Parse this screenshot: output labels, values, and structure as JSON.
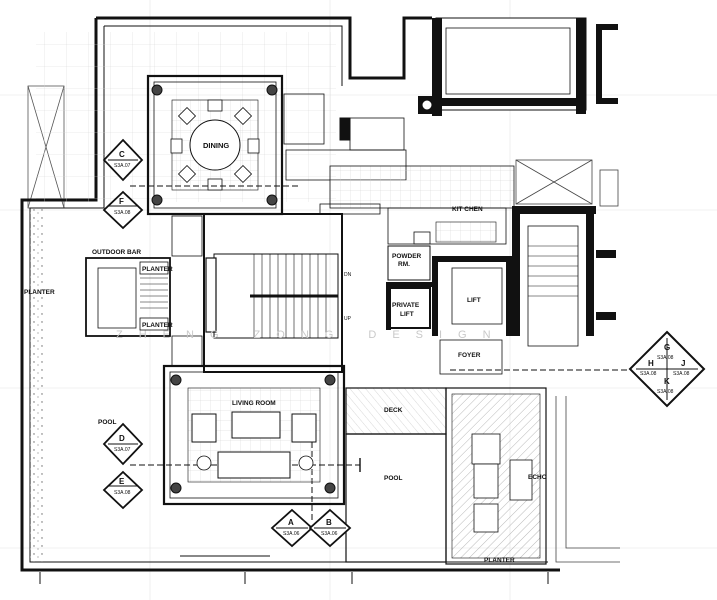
{
  "rooms": {
    "dining": "DINING",
    "kitchen": "KIT CHEN",
    "outdoor_bar": "OUTDOOR BAR",
    "planter_left": "PLANTER",
    "planter_bar_top": "PLANTER",
    "planter_bar_bottom": "PLANTER",
    "powder_room_line1": "POWDER",
    "powder_room_line2": "RM.",
    "private_lift_line1": "PRIVATE",
    "private_lift_line2": "LIFT",
    "lift": "LIFT",
    "foyer": "FOYER",
    "living_room": "LIVING ROOM",
    "deck": "DECK",
    "pool_inner": "POOL",
    "pool_outer": "POOL",
    "planter_bottom": "PLANTER",
    "echo": "ECHO"
  },
  "stairs": {
    "down": "DN",
    "up": "UP"
  },
  "watermark": "ZHENG ZONG DESIGN",
  "section_markers": {
    "c": {
      "letter": "C",
      "sheet": "S3A.07"
    },
    "f": {
      "letter": "F",
      "sheet": "S3A.08"
    },
    "d": {
      "letter": "D",
      "sheet": "S3A.07"
    },
    "e": {
      "letter": "E",
      "sheet": "S3A.08"
    },
    "a": {
      "letter": "A",
      "sheet": "S3A.06"
    },
    "b": {
      "letter": "B",
      "sheet": "S3A.06"
    },
    "g": {
      "letter": "G",
      "sheet": "S3A.08"
    },
    "h": {
      "letter": "H",
      "sheet": "S3A.08"
    },
    "j": {
      "letter": "J",
      "sheet": "S3A.08"
    },
    "k": {
      "letter": "K",
      "sheet": "S3A.08"
    }
  }
}
